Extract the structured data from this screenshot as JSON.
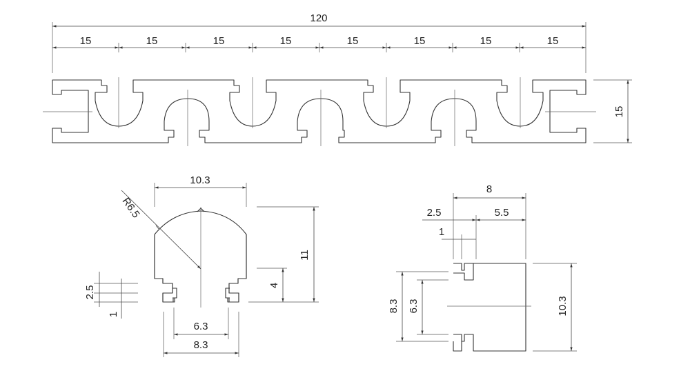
{
  "profile_view": {
    "overall_width": "120",
    "pitch_labels": [
      "15",
      "15",
      "15",
      "15",
      "15",
      "15",
      "15",
      "15"
    ],
    "height": "15"
  },
  "slot_detail": {
    "top_width": "10.3",
    "radius": "R6.5",
    "height": "11",
    "lower_height": "4",
    "lip_height": "2.5",
    "lip_thickness": "1",
    "inner_opening": "6.3",
    "outer_width": "8.3"
  },
  "end_detail": {
    "total_depth": "8",
    "wall": "2.5",
    "inner_depth": "5.5",
    "lip": "1",
    "outer_opening": "8.3",
    "inner_opening": "6.3",
    "height": "10.3"
  }
}
